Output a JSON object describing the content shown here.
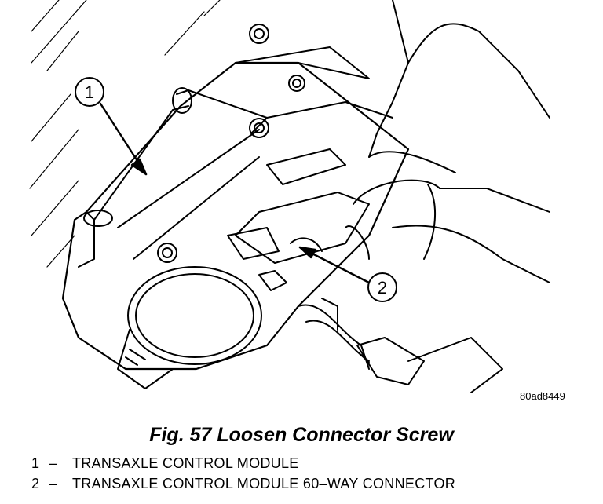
{
  "figure": {
    "callouts": [
      {
        "number": "1",
        "label": "TRANSAXLE CONTROL MODULE"
      },
      {
        "number": "2",
        "label": "TRANSAXLE CONTROL MODULE 60–WAY CONNECTOR"
      }
    ],
    "image_code": "80ad8449",
    "caption": "Fig. 57 Loosen Connector Screw"
  },
  "legend": [
    {
      "number": "1",
      "dash": "–",
      "text": "TRANSAXLE CONTROL MODULE"
    },
    {
      "number": "2",
      "dash": "–",
      "text": "TRANSAXLE CONTROL MODULE 60–WAY CONNECTOR"
    }
  ]
}
